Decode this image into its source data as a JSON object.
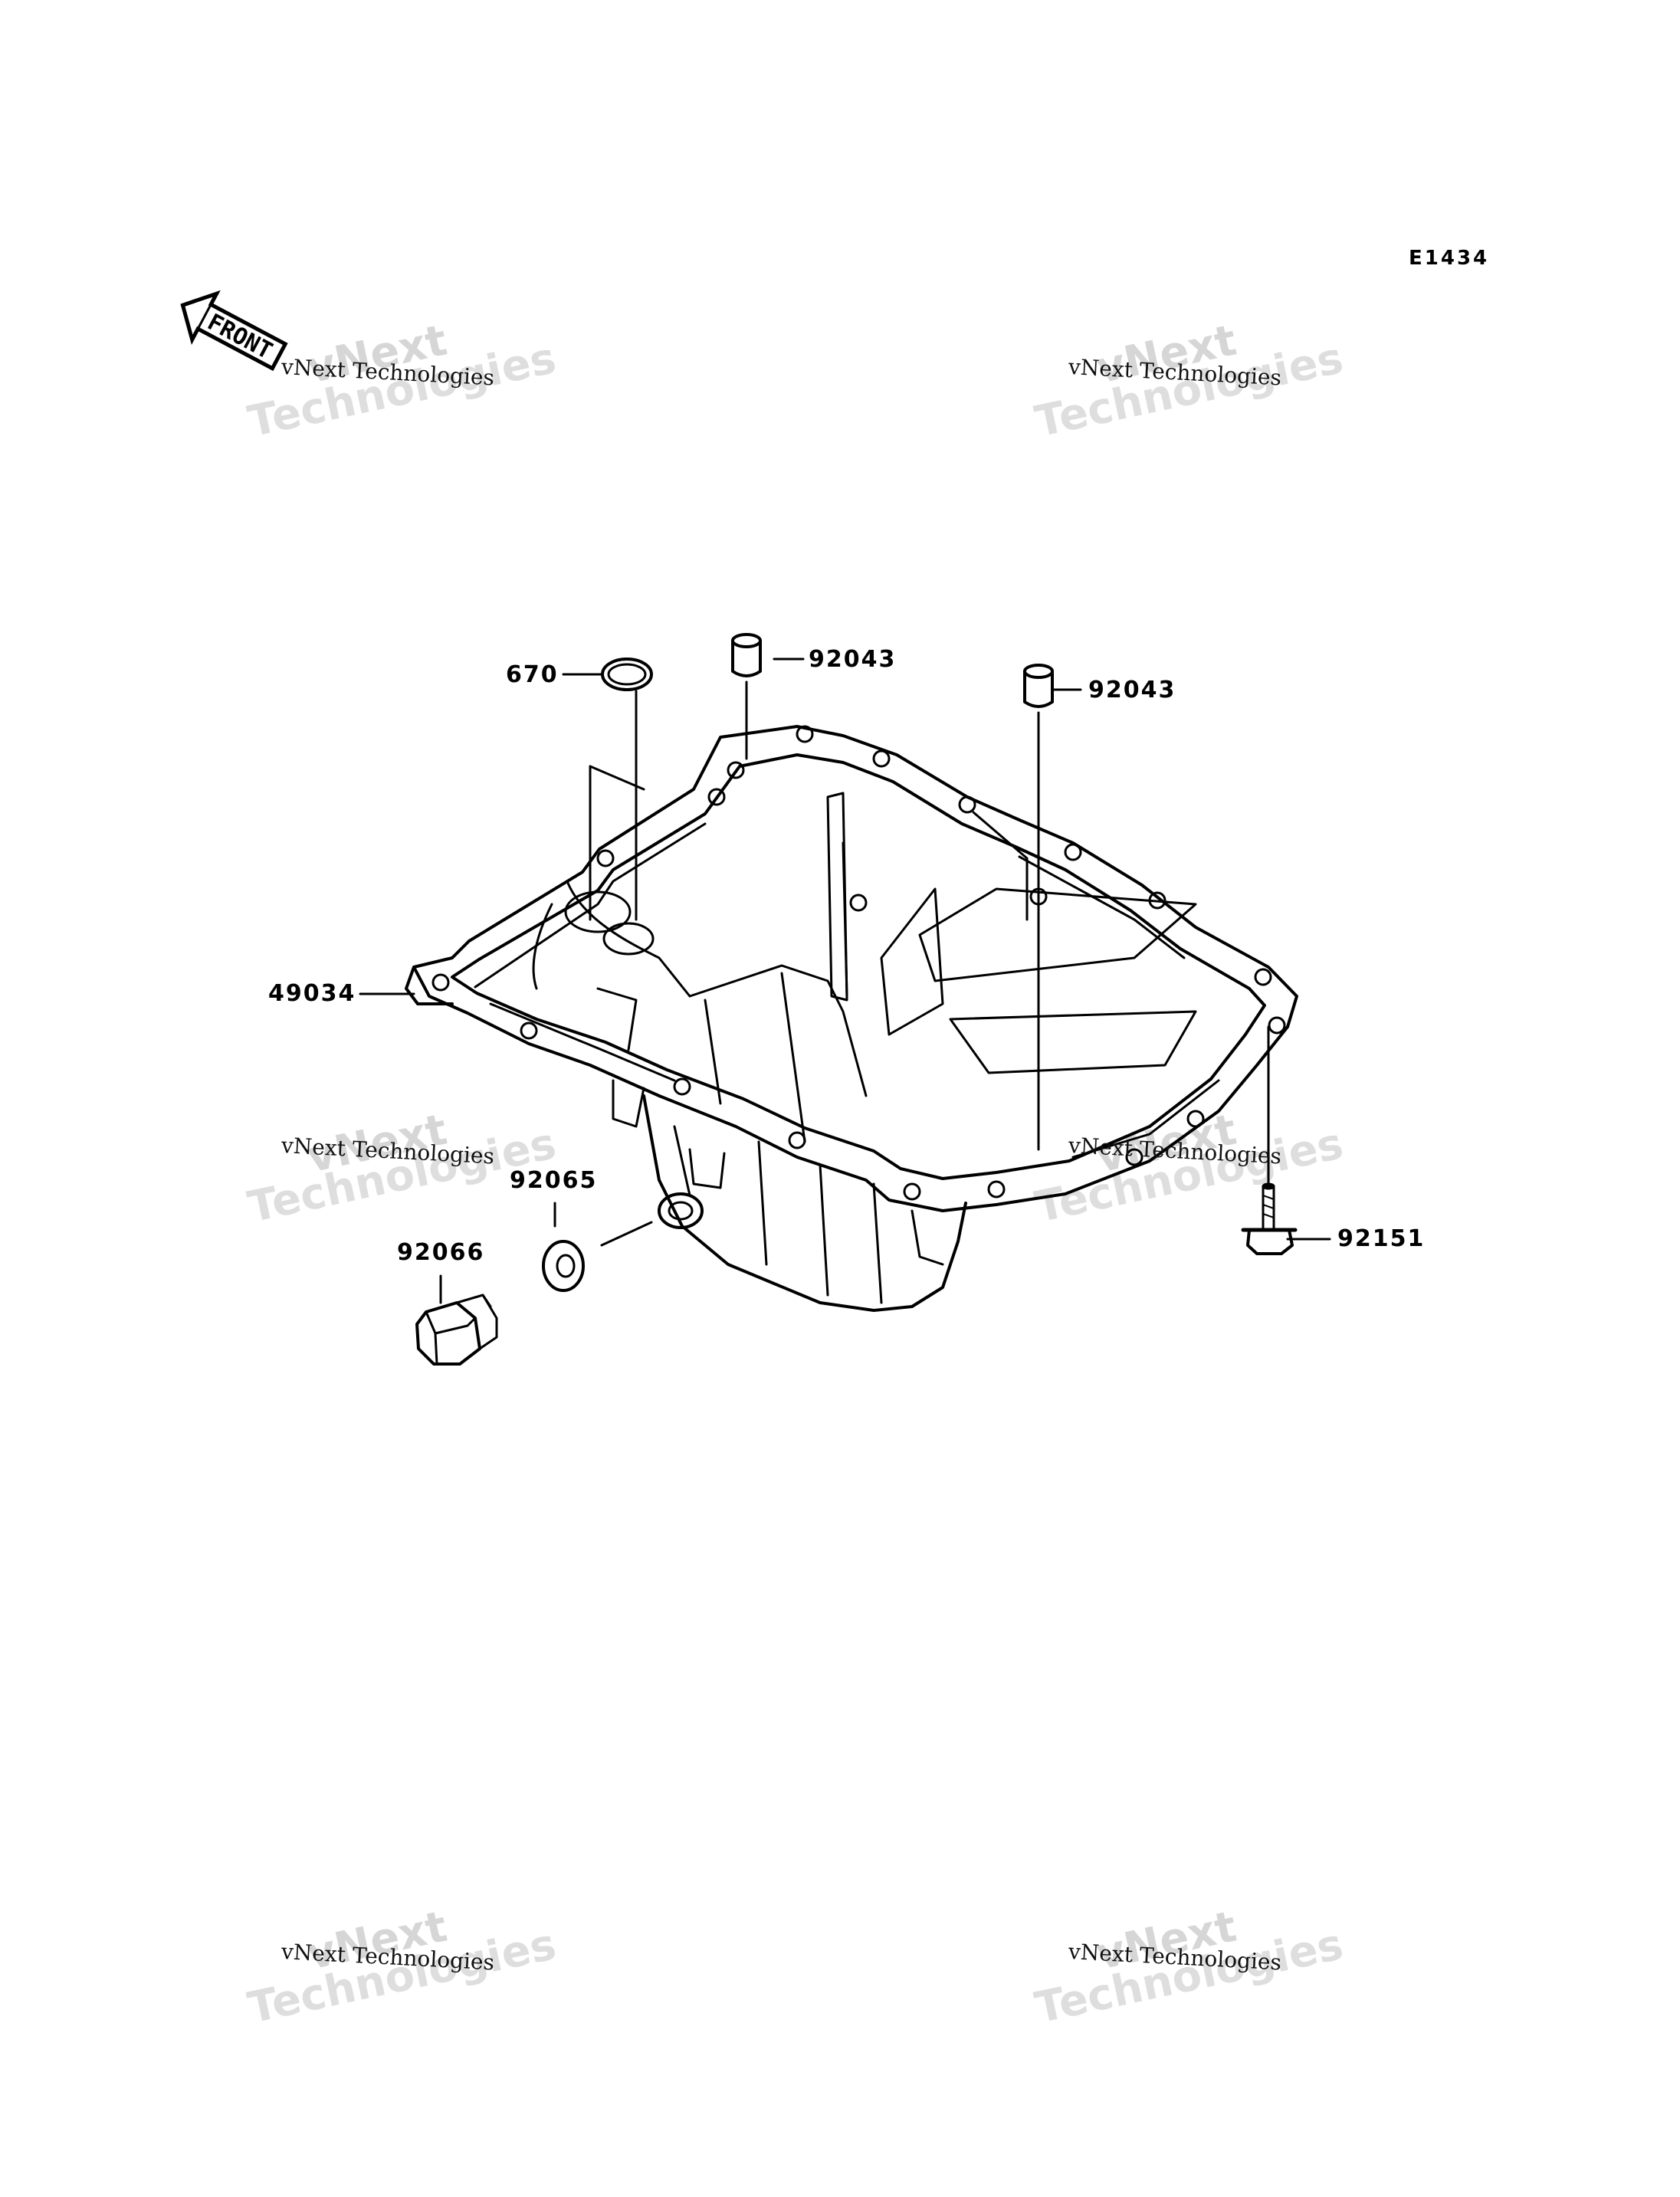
{
  "diagram": {
    "code": "E1434",
    "front_label": "FRONT",
    "watermark": {
      "line_small": "vNext Technologies",
      "line_top": "vNext",
      "line_bottom": "Technologies"
    },
    "parts": [
      {
        "number": "670"
      },
      {
        "number": "92043"
      },
      {
        "number": "92043"
      },
      {
        "number": "49034"
      },
      {
        "number": "92065"
      },
      {
        "number": "92066"
      },
      {
        "number": "92151"
      }
    ]
  }
}
